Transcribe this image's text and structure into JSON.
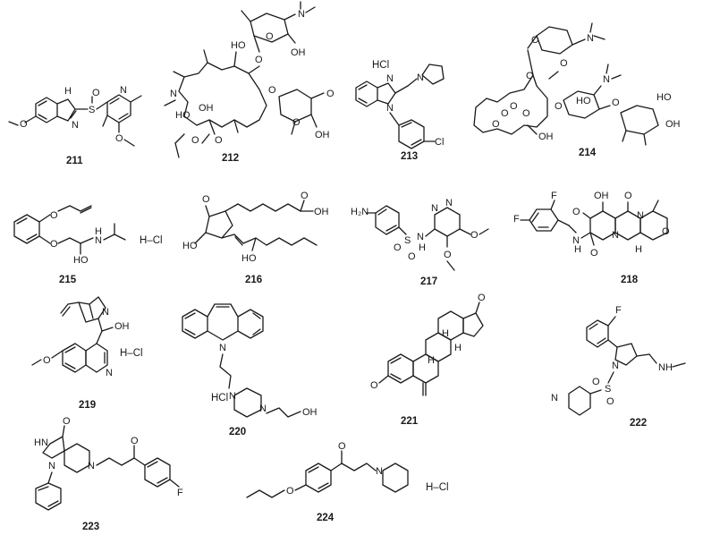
{
  "compounds": [
    {
      "id": "211",
      "salt": ""
    },
    {
      "id": "212",
      "salt": ""
    },
    {
      "id": "213",
      "salt": "HCl"
    },
    {
      "id": "214",
      "salt": ""
    },
    {
      "id": "215",
      "salt": "H–Cl"
    },
    {
      "id": "216",
      "salt": ""
    },
    {
      "id": "217",
      "salt": ""
    },
    {
      "id": "218",
      "salt": ""
    },
    {
      "id": "219",
      "salt": "H–Cl"
    },
    {
      "id": "220",
      "salt": "HCl"
    },
    {
      "id": "221",
      "salt": ""
    },
    {
      "id": "222",
      "salt": ""
    },
    {
      "id": "223",
      "salt": ""
    },
    {
      "id": "224",
      "salt": "H–Cl"
    }
  ],
  "atoms": {
    "O": "O",
    "N": "N",
    "H": "H",
    "NH": "NH",
    "HN": "HN",
    "S": "S",
    "F": "F",
    "Cl": "Cl",
    "OH": "OH",
    "HO": "HO",
    "H2N": "H₂N",
    "Hsub": "H"
  }
}
